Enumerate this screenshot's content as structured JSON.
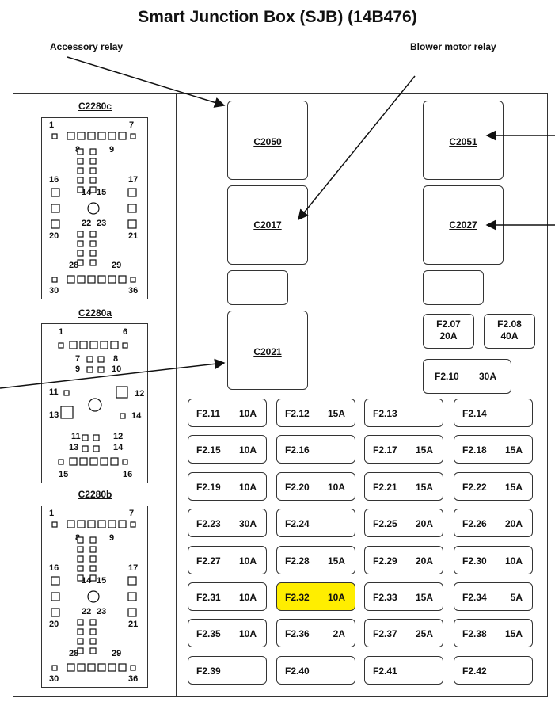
{
  "title": "Smart Junction Box (SJB) (14B476)",
  "callouts": {
    "accessory_relay": "Accessory relay",
    "blower_motor_relay": "Blower motor relay"
  },
  "relays": {
    "c2050": "C2050",
    "c2017": "C2017",
    "c2021": "C2021",
    "c2051": "C2051",
    "c2027": "C2027"
  },
  "small_fuses": {
    "f207": {
      "id": "F2.07",
      "amp": "20A"
    },
    "f208": {
      "id": "F2.08",
      "amp": "40A"
    },
    "f210": {
      "id": "F2.10",
      "amp": "30A"
    }
  },
  "fuses": [
    {
      "id": "F2.11",
      "amp": "10A"
    },
    {
      "id": "F2.12",
      "amp": "15A"
    },
    {
      "id": "F2.13",
      "amp": ""
    },
    {
      "id": "F2.14",
      "amp": ""
    },
    {
      "id": "F2.15",
      "amp": "10A"
    },
    {
      "id": "F2.16",
      "amp": ""
    },
    {
      "id": "F2.17",
      "amp": "15A"
    },
    {
      "id": "F2.18",
      "amp": "15A"
    },
    {
      "id": "F2.19",
      "amp": "10A"
    },
    {
      "id": "F2.20",
      "amp": "10A"
    },
    {
      "id": "F2.21",
      "amp": "15A"
    },
    {
      "id": "F2.22",
      "amp": "15A"
    },
    {
      "id": "F2.23",
      "amp": "30A"
    },
    {
      "id": "F2.24",
      "amp": ""
    },
    {
      "id": "F2.25",
      "amp": "20A"
    },
    {
      "id": "F2.26",
      "amp": "20A"
    },
    {
      "id": "F2.27",
      "amp": "10A"
    },
    {
      "id": "F2.28",
      "amp": "15A"
    },
    {
      "id": "F2.29",
      "amp": "20A"
    },
    {
      "id": "F2.30",
      "amp": "10A"
    },
    {
      "id": "F2.31",
      "amp": "10A"
    },
    {
      "id": "F2.32",
      "amp": "10A",
      "highlight": true
    },
    {
      "id": "F2.33",
      "amp": "15A"
    },
    {
      "id": "F2.34",
      "amp": "5A"
    },
    {
      "id": "F2.35",
      "amp": "10A"
    },
    {
      "id": "F2.36",
      "amp": "2A"
    },
    {
      "id": "F2.37",
      "amp": "25A"
    },
    {
      "id": "F2.38",
      "amp": "15A"
    },
    {
      "id": "F2.39",
      "amp": ""
    },
    {
      "id": "F2.40",
      "amp": ""
    },
    {
      "id": "F2.41",
      "amp": ""
    },
    {
      "id": "F2.42",
      "amp": ""
    }
  ],
  "highlight_color": "#ffee00",
  "connectors": {
    "c2280c": {
      "title": "C2280c",
      "pins": [
        "1",
        "7",
        "8",
        "9",
        "16",
        "17",
        "14",
        "15",
        "22",
        "23",
        "20",
        "21",
        "28",
        "29",
        "30",
        "36"
      ]
    },
    "c2280a": {
      "title": "C2280a",
      "pins": [
        "1",
        "6",
        "7",
        "8",
        "9",
        "10",
        "11",
        "12",
        "13",
        "14",
        "11",
        "12",
        "13",
        "14",
        "15",
        "16"
      ]
    },
    "c2280b": {
      "title": "C2280b",
      "pins": [
        "1",
        "7",
        "8",
        "9",
        "16",
        "17",
        "14",
        "15",
        "22",
        "23",
        "20",
        "21",
        "28",
        "29",
        "30",
        "36"
      ]
    }
  }
}
